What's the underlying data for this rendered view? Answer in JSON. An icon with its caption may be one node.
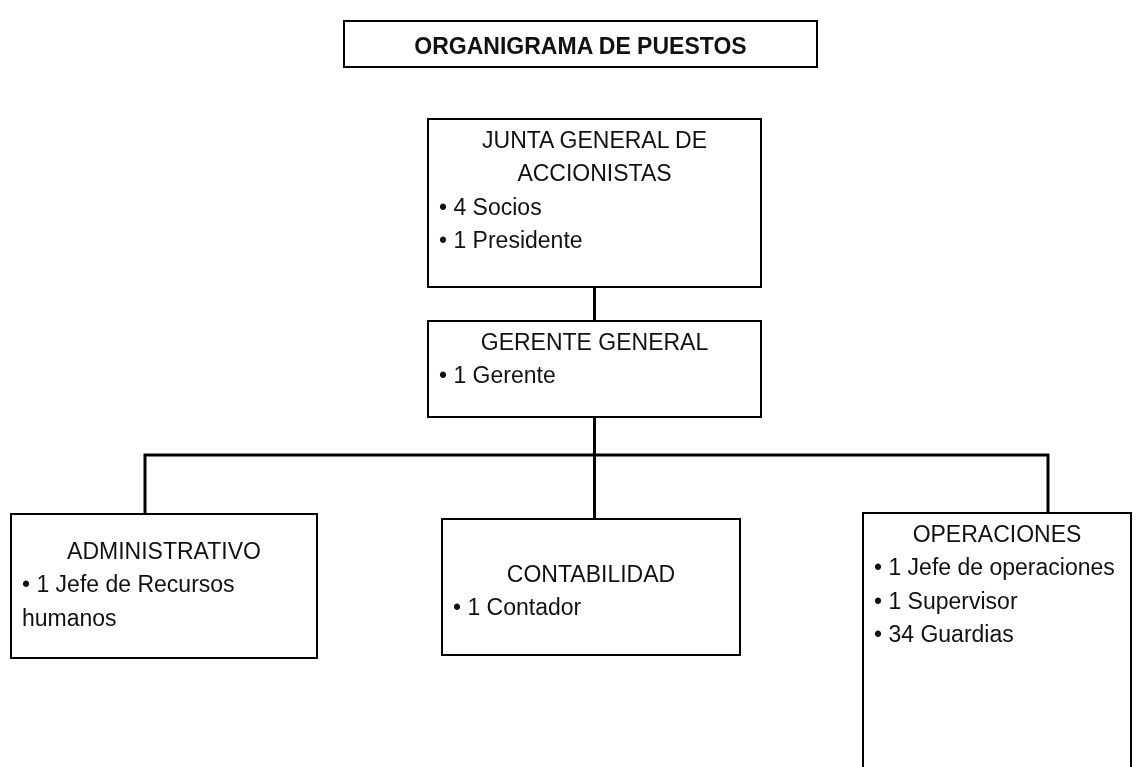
{
  "diagram": {
    "nodes": [
      {
        "text": [
          "ORGANIGRAMA DE PUESTOS"
        ]
      },
      {
        "text": [
          "JUNTA GENERAL DE ACCIONISTAS",
          "• 4 Socios",
          "• 1 Presidente"
        ]
      },
      {
        "text": [
          "GERENTE GENERAL",
          "• 1 Gerente"
        ]
      },
      {
        "text": [
          "ADMINISTRATIVO",
          "• 1 Jefe de Recursos humanos"
        ]
      },
      {
        "text": [
          "CONTABILIDAD",
          "• 1 Contador"
        ]
      },
      {
        "text": [
          "OPERACIONES",
          "• 1 Jefe de operaciones",
          "• 1 Supervisor",
          "• 34 Guardias"
        ]
      }
    ],
    "edges": [
      {
        "from": 1,
        "to": 2,
        "arrow": "none"
      },
      {
        "from": 2,
        "to": 3,
        "arrow": "none"
      },
      {
        "from": 2,
        "to": 4,
        "arrow": "none"
      },
      {
        "from": 2,
        "to": 5,
        "arrow": "none"
      }
    ]
  }
}
